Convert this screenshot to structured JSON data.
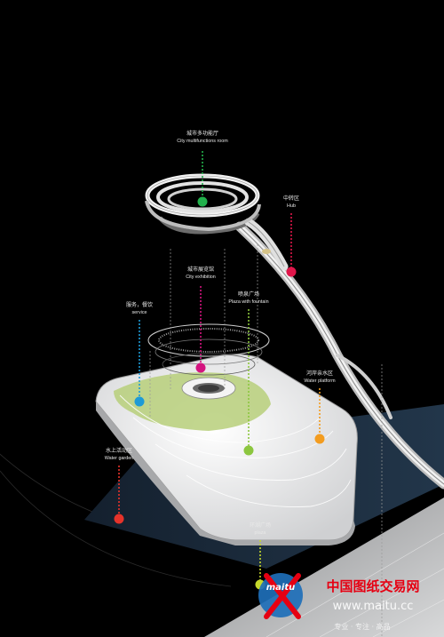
{
  "callouts": [
    {
      "id": "city-multifunctions-room",
      "cn": "城市多功能厅",
      "en": "City multifunctions room",
      "color": "#22b14c"
    },
    {
      "id": "hub",
      "cn": "中转区",
      "en": "Hub",
      "color": "#e0164a"
    },
    {
      "id": "city-exhibition",
      "cn": "城市展览馆",
      "en": "City exhibition",
      "color": "#d4147f"
    },
    {
      "id": "plaza-with-fountain",
      "cn": "喷泉广场",
      "en": "Plaza with fountain",
      "color": "#8cc63f"
    },
    {
      "id": "service",
      "cn": "服务，餐饮",
      "en": "service",
      "color": "#1e9ad6"
    },
    {
      "id": "water-platform",
      "cn": "河岸亲水区",
      "en": "Water platform",
      "color": "#f39c1f"
    },
    {
      "id": "water-garden",
      "cn": "水上活动区",
      "en": "Water garden",
      "color": "#e6332a"
    },
    {
      "id": "plaza",
      "cn": "环湖广场",
      "en": "plaza",
      "color": "#c5d82c"
    }
  ],
  "watermark": {
    "logo_text": "maitu",
    "cn_title": "中国图纸交易网",
    "url": "www.maitu.cc",
    "slogan": "专业 · 专注 · 高品",
    "colors": {
      "circle": "#1e6fb8",
      "x_mark": "#e60012",
      "title": "#e60012"
    }
  },
  "colors": {
    "background": "#000000",
    "sea": "#1b2a3a",
    "ground": "#c9cacb",
    "building": "#e6e6e6",
    "roof_green": "#b7cf7a"
  }
}
